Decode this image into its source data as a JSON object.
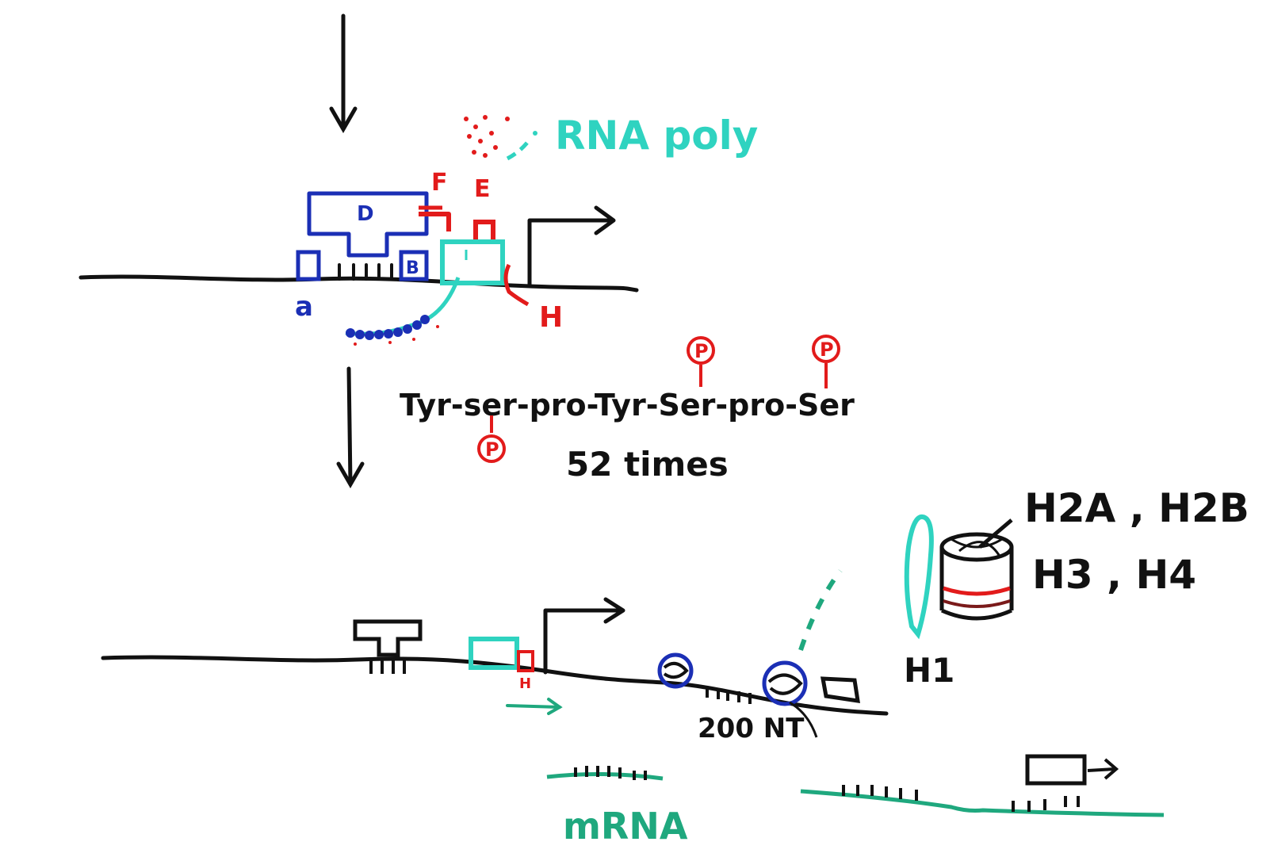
{
  "labels": {
    "rna_poly": "RNA poly",
    "d": "D",
    "b": "B",
    "a": "a",
    "f": "F",
    "e": "E",
    "h": "H",
    "h_small": "H",
    "sequence": "Tyr-ser-pro-Tyr-Ser-pro-Ser",
    "phospho": "P",
    "times": "52 times",
    "histones_1": "H2A , H2B",
    "histones_2": "H3 , H4",
    "h1": "H1",
    "nt": "200 NT",
    "mrna": "mRNA"
  },
  "colors": {
    "ink": "#111111",
    "blue": "#1b2fb5",
    "red": "#e21b1b",
    "teal": "#2fd3c0",
    "green": "#1fa87e",
    "dark_red": "#7a1a1a"
  }
}
